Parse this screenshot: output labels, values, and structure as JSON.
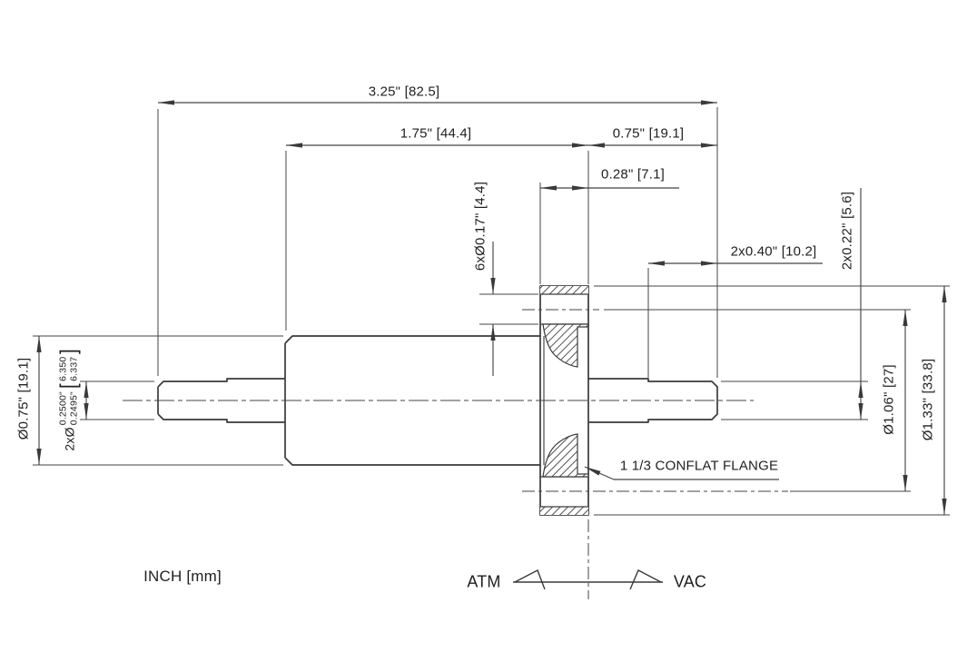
{
  "drawing": {
    "dims": {
      "overall": "3.25\" [82.5]",
      "body_length": "1.75\" [44.4]",
      "stub_length": "0.75\" [19.1]",
      "flange_thickness": "0.28\" [7.1]",
      "bolt_holes": "6xØ0.17\" [4.4]",
      "tip_length": "2x0.40\" [10.2]",
      "tip_diameter": "2x0.22\" [5.6]",
      "body_diameter": "Ø0.75\" [19.1]",
      "bolt_circle_diameter": "Ø1.06\" [27]",
      "flange_outer_diameter": "Ø1.33\" [33.8]",
      "journal": {
        "prefix": "2xØ",
        "inch_upper": "0.2500\"",
        "inch_lower": "0.2495\"",
        "open_bracket": "[",
        "mm_upper": "6.350",
        "mm_lower": "6.337",
        "close_bracket": "]"
      }
    },
    "callout_flange": "1 1/3 CONFLAT FLANGE",
    "side_labels": {
      "atmosphere": "ATM",
      "vacuum": "VAC"
    },
    "units_note": "INCH [mm]",
    "colors": {
      "line": "#3a3a3a",
      "dimension": "#454545",
      "text": "#1f1f1f",
      "background": "#ffffff"
    }
  }
}
